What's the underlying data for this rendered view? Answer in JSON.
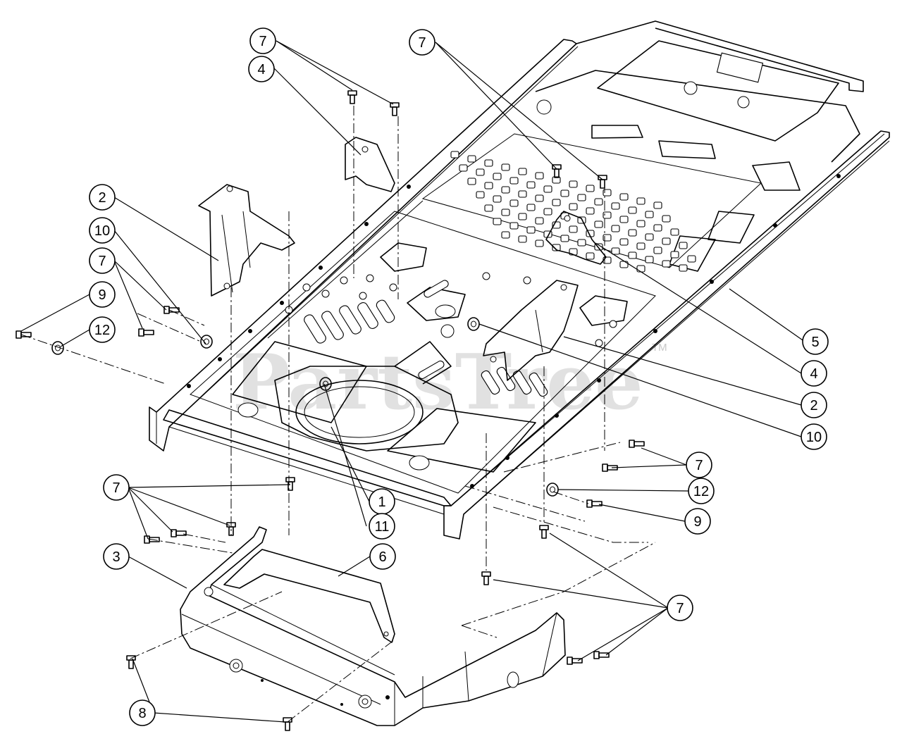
{
  "diagram": {
    "watermark": "PartsTree",
    "watermark_tm": "TM",
    "callouts": [
      {
        "id": "c1",
        "label": "7"
      },
      {
        "id": "c2",
        "label": "4"
      },
      {
        "id": "c3",
        "label": "7"
      },
      {
        "id": "c4",
        "label": "2"
      },
      {
        "id": "c5",
        "label": "10"
      },
      {
        "id": "c6",
        "label": "7"
      },
      {
        "id": "c7",
        "label": "9"
      },
      {
        "id": "c8",
        "label": "12"
      },
      {
        "id": "c9",
        "label": "5"
      },
      {
        "id": "c10",
        "label": "4"
      },
      {
        "id": "c11",
        "label": "2"
      },
      {
        "id": "c12",
        "label": "10"
      },
      {
        "id": "c13",
        "label": "7"
      },
      {
        "id": "c14",
        "label": "12"
      },
      {
        "id": "c15",
        "label": "9"
      },
      {
        "id": "c16",
        "label": "1"
      },
      {
        "id": "c17",
        "label": "11"
      },
      {
        "id": "c18",
        "label": "7"
      },
      {
        "id": "c19",
        "label": "3"
      },
      {
        "id": "c20",
        "label": "6"
      },
      {
        "id": "c21",
        "label": "7"
      },
      {
        "id": "c22",
        "label": "8"
      }
    ]
  }
}
